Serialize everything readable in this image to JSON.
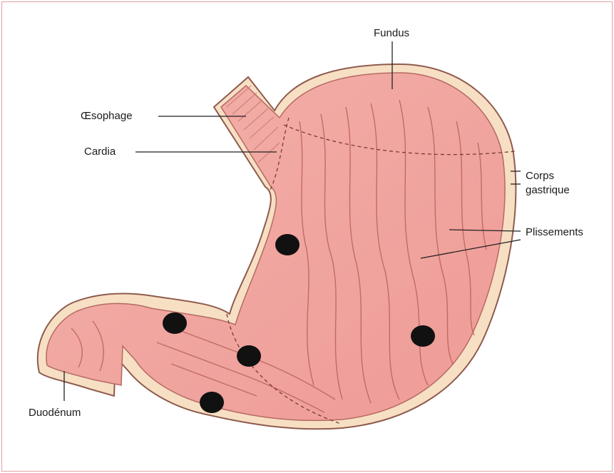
{
  "labels": {
    "fundus": "Fundus",
    "oesophage": "Œsophage",
    "cardia": "Cardia",
    "corps_line1": "Corps",
    "corps_line2": "gastrique",
    "plissements": "Plissements",
    "duodenum": "Duodénum"
  },
  "colors": {
    "tissue": "#f2a5a0",
    "tissue_dark": "#e58c87",
    "wall": "#f6dcc0",
    "outline": "#9b5a50",
    "fold": "#b9615c",
    "marker": "#111111",
    "frame": "#e0a0a0"
  },
  "markers_count": 5
}
